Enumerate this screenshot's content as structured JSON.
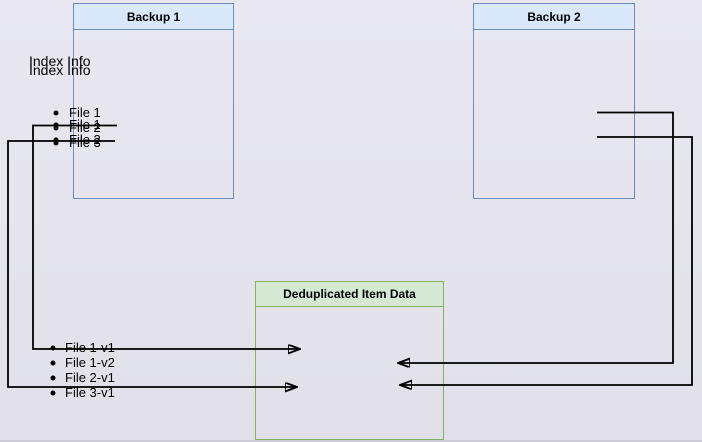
{
  "diagram": {
    "type": "backup-deduplication-diagram",
    "boxes": {
      "backup1": {
        "title": "Backup 1",
        "subtitle": "Index Info",
        "items": [
          "File 1",
          "File 2"
        ]
      },
      "backup2": {
        "title": "Backup 2",
        "subtitle": "Index Info",
        "items": [
          "File 1",
          "File 2",
          "File 3"
        ]
      },
      "dedup": {
        "title": "Deduplicated Item Data",
        "items": [
          "File 1-v1",
          "File 1-v2",
          "File 2-v1",
          "File 3-v1"
        ]
      }
    },
    "connections": [
      {
        "from": "Backup 1 / File 1",
        "to": "Deduplicated Item Data / File 1-v1",
        "route": "left"
      },
      {
        "from": "Backup 1 / File 2",
        "to": "Deduplicated Item Data / File 2-v1",
        "route": "left"
      },
      {
        "from": "Backup 2 / File 1",
        "to": "Deduplicated Item Data / File 1-v2",
        "route": "right"
      },
      {
        "from": "Backup 2 / File 2",
        "to": "Deduplicated Item Data / File 2-v1",
        "route": "right"
      }
    ],
    "colors": {
      "blue_header_fill": "#dae8fc",
      "blue_border": "#6c8ebf",
      "green_header_fill": "#d5e8d4",
      "green_border": "#82b366",
      "arrow": "#000000",
      "background_top": "#e9e8f0",
      "background_bottom": "#e1e0e8",
      "text": "#000000"
    }
  }
}
